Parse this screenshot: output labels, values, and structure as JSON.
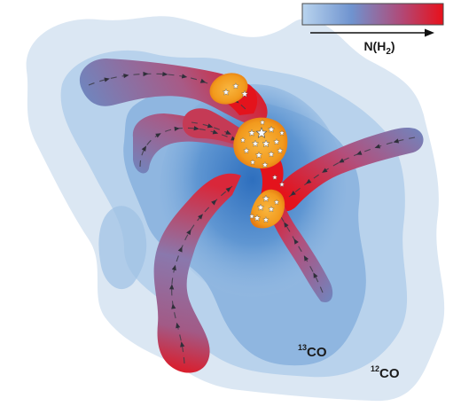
{
  "legend": {
    "quantity": "N(H",
    "subscript": "2",
    "close": ")",
    "gradient_colors": [
      "#b9d4ee",
      "#5d86c9",
      "#c0446a",
      "#e8101a"
    ]
  },
  "labels": {
    "co13": {
      "sup": "13",
      "text": "CO"
    },
    "co12": {
      "sup": "12",
      "text": "CO"
    }
  },
  "colors": {
    "cloud_outer": "#dbe7f3",
    "cloud_mid": "#aecbe7",
    "cloud_core": "#3f7fc6",
    "filament_low": "#6f86bf",
    "filament_high": "#e4131c",
    "hub": "#f6a21d",
    "star": "#ffffff"
  }
}
